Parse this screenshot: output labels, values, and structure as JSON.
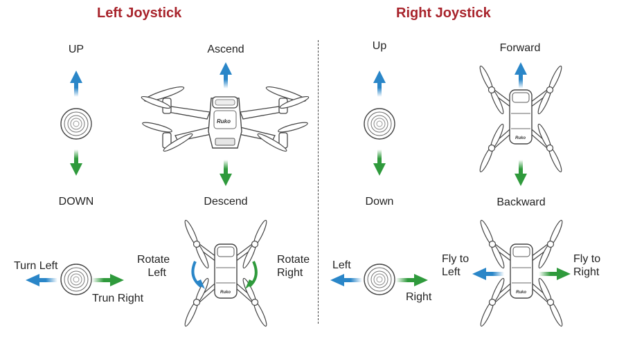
{
  "left": {
    "title": "Left Joystick",
    "up": "UP",
    "down": "DOWN",
    "ascend": "Ascend",
    "descend": "Descend",
    "turn_left": "Turn Left",
    "turn_right": "Trun Right",
    "rotate_left": "Rotate\nLeft",
    "rotate_right": "Rotate\nRight"
  },
  "right": {
    "title": "Right Joystick",
    "up": "Up",
    "down": "Down",
    "forward": "Forward",
    "backward": "Backward",
    "left": "Left",
    "right": "Right",
    "fly_left": "Fly to\nLeft",
    "fly_right": "Fly to\nRight"
  },
  "drone_logo": "Ruko",
  "colors": {
    "title": "#a8232b",
    "blue_arrow": "#2a86c8",
    "green_arrow": "#2f9a3c"
  }
}
